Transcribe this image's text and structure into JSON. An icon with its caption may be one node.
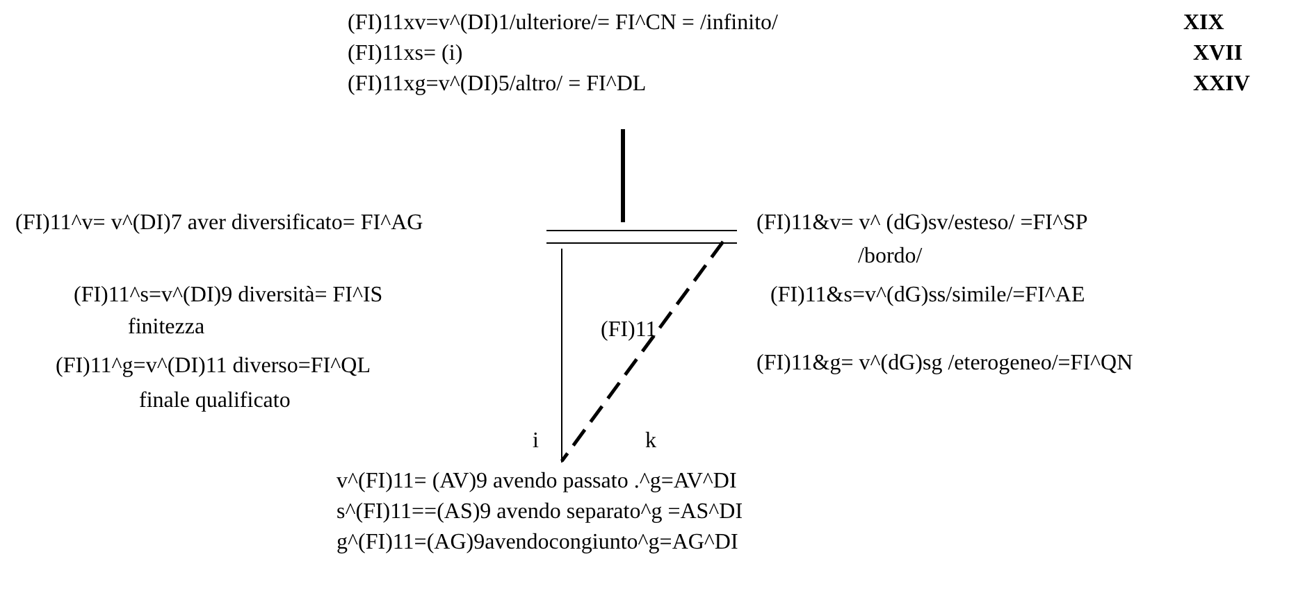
{
  "diagram": {
    "labels": [
      "(FI)11xv=v^(DI)1/ulteriore/= FI^CN = /infinito/",
      "XIX",
      "(FI)11xs= (i)",
      "XVII",
      "(FI)11xg=v^(DI)5/altro/ = FI^DL",
      "XXIV",
      "(FI)11^v= v^(DI)7 aver diversificato= FI^AG",
      "(FI)11&v= v^ (dG)sv/esteso/ =FI^SP",
      "/bordo/",
      "(FI)11^s=v^(DI)9 diversità= FI^IS",
      "(FI)11&s=v^(dG)ss/simile/=FI^AE",
      "finitezza",
      "(FI)11",
      "(FI)11^g=v^(DI)11 diverso=FI^QL",
      "(FI)11&g= v^(dG)sg /eterogeneo/=FI^QN",
      "finale qualificato",
      "i",
      "k",
      "v^(FI)11= (AV)9 avendo passato .^g=AV^DI",
      "s^(FI)11==(AS)9 avendo separato^g =AS^DI",
      "g^(FI)11=(AG)9avendocongiunto^g=AG^DI"
    ]
  }
}
